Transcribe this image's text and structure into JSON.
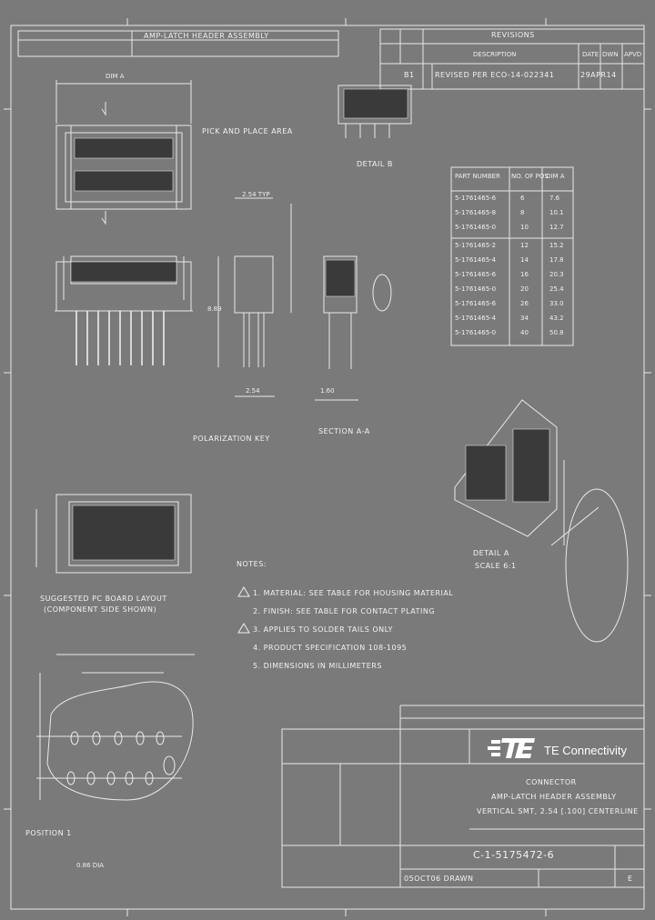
{
  "title_block": {
    "company": "TE Connectivity",
    "revision_entry": "REVISED PER ECO-14-022341",
    "rev_letter": "B1",
    "rev_date": "29APR14",
    "part_title_line1": "CONNECTOR",
    "part_title_line2": "AMP-LATCH HEADER ASSEMBLY",
    "part_title_line3": "VERTICAL SMT, 2.54 [.100] CENTERLINE",
    "drawing_number": "C-1-5175472-6",
    "sheet_rev": "E",
    "dist": "05OCT06 DRAWN"
  },
  "revision_table": {
    "header": "REVISIONS",
    "col_description": "DESCRIPTION",
    "col_date": "DATE",
    "col_dwn": "DWN",
    "col_apvd": "APVD"
  },
  "part_table": {
    "headers": [
      "PART NUMBER",
      "NO. OF POS",
      "DIM A"
    ],
    "rows": [
      [
        "5-1761465-6",
        "6",
        "7.6"
      ],
      [
        "5-1761465-8",
        "8",
        "10.1"
      ],
      [
        "5-1761465-0",
        "10",
        "12.7"
      ],
      [
        "5-1761465-2",
        "12",
        "15.2"
      ],
      [
        "5-1761465-4",
        "14",
        "17.8"
      ],
      [
        "5-1761465-6",
        "16",
        "20.3"
      ],
      [
        "5-1761465-0",
        "20",
        "25.4"
      ],
      [
        "5-1761465-6",
        "26",
        "33.0"
      ],
      [
        "5-1761465-4",
        "34",
        "43.2"
      ],
      [
        "5-1761465-0",
        "40",
        "50.8"
      ]
    ]
  },
  "labels": {
    "section_aa": "SECTION A-A",
    "detail_b": "DETAIL B",
    "detail_a": "DETAIL A",
    "scale": "SCALE 6:1",
    "pcb_layout": "SUGGESTED PC BOARD LAYOUT",
    "pcb_layout_sub": "(COMPONENT SIDE SHOWN)",
    "notes_header": "NOTES:",
    "pick_and_place": "PICK AND PLACE AREA",
    "polarization": "POLARIZATION KEY",
    "position_one": "POSITION 1"
  },
  "notes": [
    "1. MATERIAL: SEE TABLE FOR HOUSING MATERIAL",
    "2. FINISH: SEE TABLE FOR CONTACT PLATING",
    "3. APPLIES TO SOLDER TAILS ONLY",
    "4. PRODUCT SPECIFICATION 108-1095",
    "5. DIMENSIONS IN MILLIMETERS"
  ],
  "dims": {
    "pitch": "2.54 TYP",
    "overall": "DIM A",
    "height": "8.89",
    "tail": "2.54",
    "board": "1.60",
    "hole": "0.86 DIA"
  },
  "colors": {
    "background": "#7a7a7a",
    "line": "#f0f0f0"
  },
  "icons": [
    "te-logo-icon",
    "triangle-note-icon"
  ]
}
